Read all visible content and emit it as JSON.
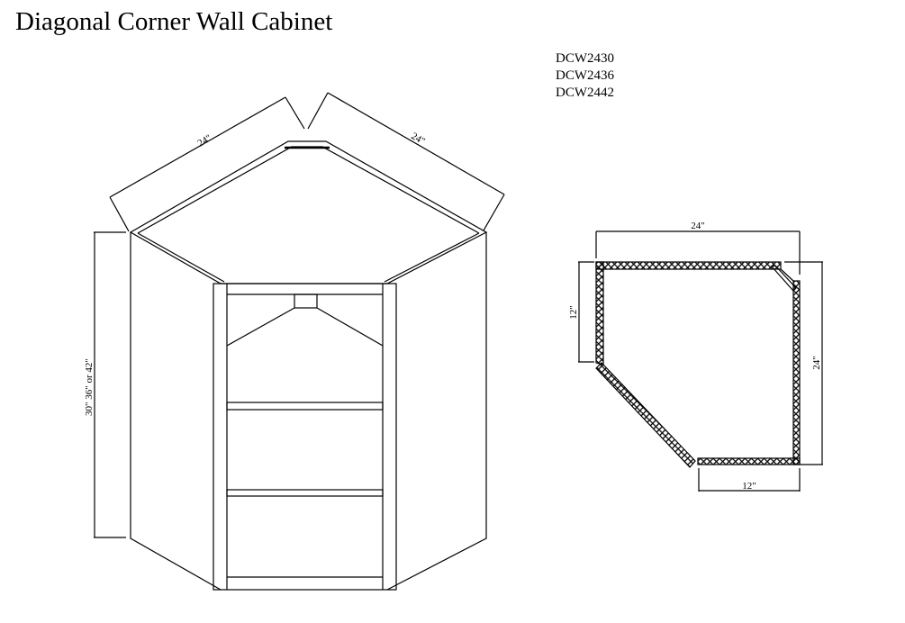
{
  "title": "Diagonal Corner Wall Cabinet",
  "models": [
    "DCW2430",
    "DCW2436",
    "DCW2442"
  ],
  "elevation": {
    "width_left_label": "24\"",
    "width_right_label": "24\"",
    "height_label": "30\" 36\" or 42\""
  },
  "plan": {
    "top_width_label": "24\"",
    "left_depth_label": "12\"",
    "right_depth_label": "24\"",
    "bottom_width_label": "12\""
  }
}
